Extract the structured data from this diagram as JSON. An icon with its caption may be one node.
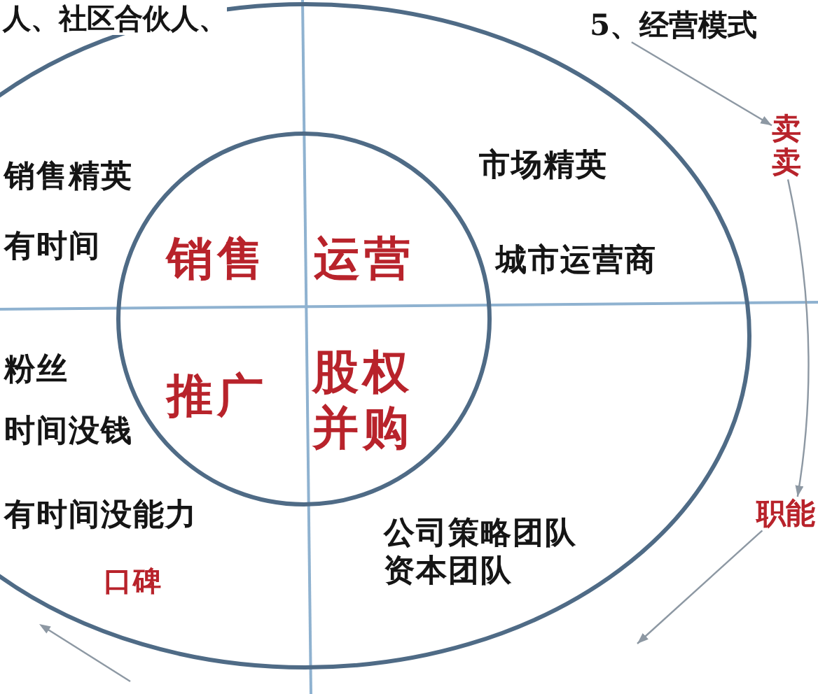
{
  "diagram": {
    "nodes": [
      {
        "text": [
          "销售精英",
          "有时间",
          "市场精英",
          "城市运营商",
          "粉丝",
          "时间没钱",
          "有时间没能力",
          "口碑",
          "公司策略团队",
          "资本团队"
        ]
      },
      {
        "text": [
          "销售",
          "运营",
          "推广",
          "股权并购"
        ],
        "in": 0
      },
      {
        "text": [
          "5、经营模式"
        ]
      },
      {
        "text": [
          "卖",
          "卖"
        ]
      },
      {
        "text": [
          "职能"
        ]
      }
    ],
    "edges": [
      {
        "from": 2,
        "to": 3,
        "arrow": "to"
      },
      {
        "from": 3,
        "to": 4,
        "arrow": "to"
      },
      {
        "from": 4,
        "to": null,
        "arrow": "to"
      }
    ],
    "labels": [
      "人、社区合伙人、"
    ]
  }
}
